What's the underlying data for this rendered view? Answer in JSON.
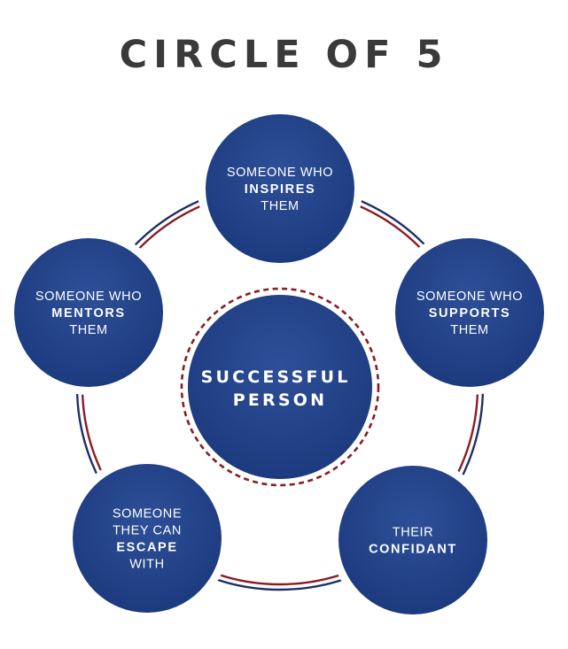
{
  "title": "CIRCLE OF 5",
  "center": {
    "lines": [
      "SUCCESSFUL",
      "PERSON"
    ]
  },
  "nodes": [
    {
      "id": "inspires",
      "lines": [
        {
          "text": "SOMEONE WHO",
          "bold": false
        },
        {
          "text": "INSPIRES",
          "bold": true
        },
        {
          "text": "THEM",
          "bold": false
        }
      ]
    },
    {
      "id": "supports",
      "lines": [
        {
          "text": "SOMEONE WHO",
          "bold": false
        },
        {
          "text": "SUPPORTS",
          "bold": true
        },
        {
          "text": "THEM",
          "bold": false
        }
      ]
    },
    {
      "id": "confidant",
      "lines": [
        {
          "text": "THEIR",
          "bold": false
        },
        {
          "text": "CONFIDANT",
          "bold": true
        }
      ]
    },
    {
      "id": "escape",
      "lines": [
        {
          "text": "SOMEONE",
          "bold": false
        },
        {
          "text": "THEY CAN",
          "bold": false
        },
        {
          "text": "ESCAPE",
          "bold": true
        },
        {
          "text": "WITH",
          "bold": false
        }
      ]
    },
    {
      "id": "mentors",
      "lines": [
        {
          "text": "SOMEONE WHO",
          "bold": false
        },
        {
          "text": "MENTORS",
          "bold": true
        },
        {
          "text": "THEM",
          "bold": false
        }
      ]
    }
  ],
  "colors": {
    "node_fill": "#2b4a8f",
    "node_fill_dark": "#1c3a7e",
    "ring_navy": "#1f2f66",
    "ring_red": "#8a1c24",
    "title": "#3a3a3a",
    "center_dash": "#8a1c24"
  }
}
